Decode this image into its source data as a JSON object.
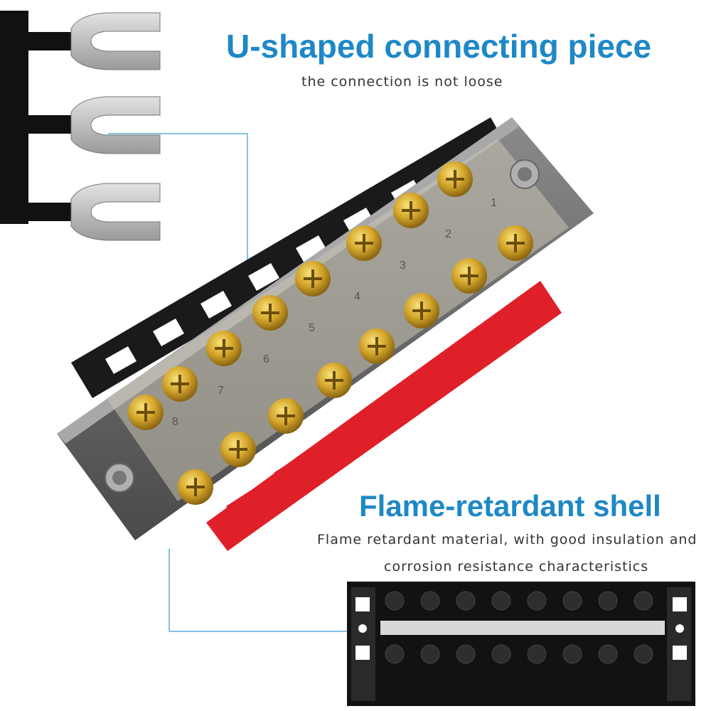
{
  "sections": {
    "connector": {
      "title": "U-shaped connecting piece",
      "subtitle": "the connection is not loose"
    },
    "shell": {
      "title": "Flame-retardant shell",
      "subtitle_line1": "Flame retardant material, with good insulation and",
      "subtitle_line2": "corrosion resistance characteristics"
    }
  },
  "colors": {
    "heading": "#1e88c7",
    "body_text": "#333333",
    "callout_line": "#5aaee0",
    "red_bar": "#e02028",
    "black_bar": "#1a1a1a",
    "brass": "#d4a52a"
  },
  "terminal_numbers": [
    "1",
    "2",
    "3",
    "4",
    "5",
    "6",
    "7",
    "8"
  ],
  "icons": [
    "spade-connector-icon",
    "terminal-block-icon",
    "screw-icon"
  ]
}
